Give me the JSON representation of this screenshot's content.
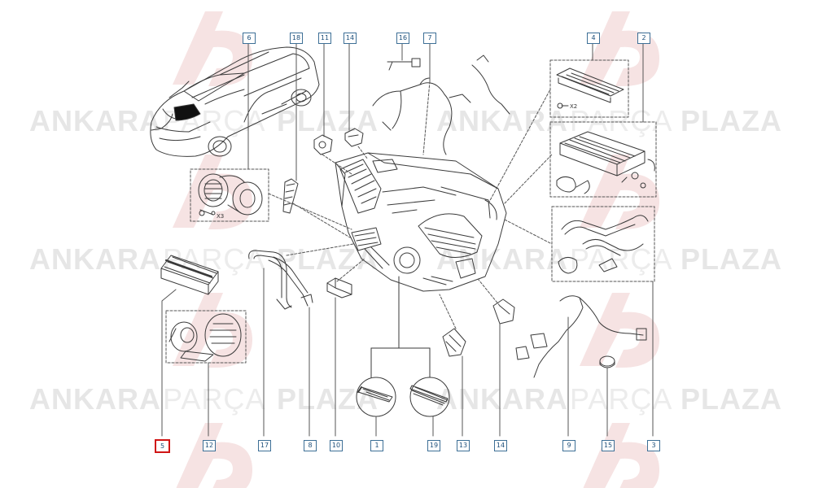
{
  "watermark": {
    "brand_1": "ANKARA",
    "brand_2": "PARÇA",
    "brand_3": "PLAZA"
  },
  "labels": {
    "l6": "6",
    "l18": "18",
    "l11": "11",
    "l14a": "14",
    "l16": "16",
    "l7": "7",
    "l4": "4",
    "l2": "2",
    "l5": "5",
    "l12": "12",
    "l17": "17",
    "l8": "8",
    "l10": "10",
    "l1": "1",
    "l19": "19",
    "l13": "13",
    "l14b": "14",
    "l9": "9",
    "l15": "15",
    "l3": "3"
  },
  "multipliers": {
    "x3": "X3",
    "x2": "X2"
  },
  "colors": {
    "line": "#3a3a3a",
    "tag_border": "#3d6f96",
    "selected_border": "#d01515",
    "watermark": "#e6e6e6",
    "logo": "#f4dede"
  }
}
